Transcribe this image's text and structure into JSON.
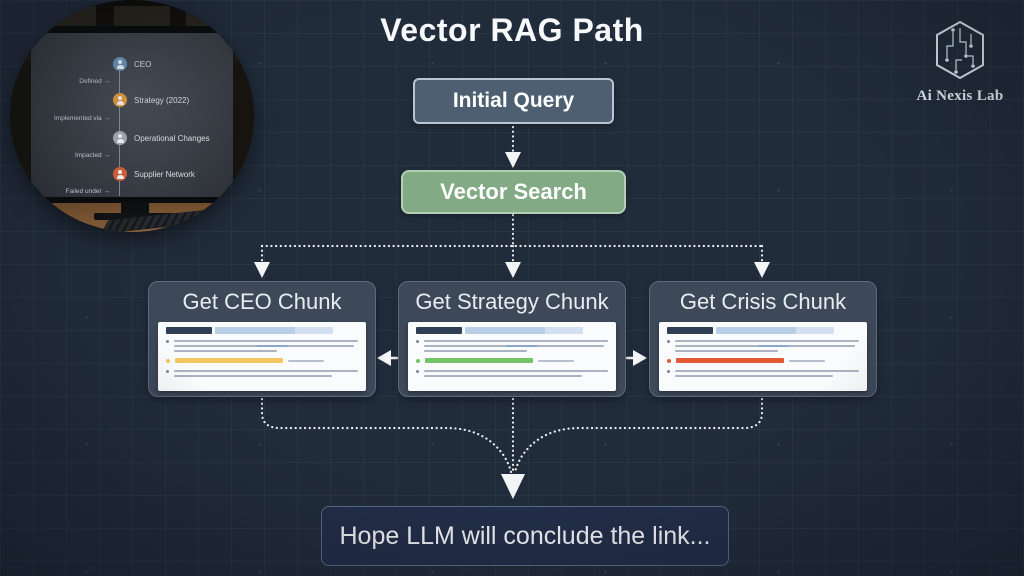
{
  "title": "Vector RAG Path",
  "logo": {
    "text": "Ai Nexis Lab"
  },
  "inset": {
    "nodes": [
      {
        "label": "CEO",
        "color": "#6b93b8"
      },
      {
        "label": "Strategy (2022)",
        "color": "#e0993f"
      },
      {
        "label": "Operational Changes",
        "color": "#a2abb5"
      },
      {
        "label": "Supplier Network",
        "color": "#d2603c"
      }
    ],
    "edges": [
      {
        "label": "Defined"
      },
      {
        "label": "Implemented via"
      },
      {
        "label": "Impacted"
      },
      {
        "label": "Failed under"
      }
    ],
    "edge_arrow": "→"
  },
  "flow": {
    "initial_query_label": "Initial Query",
    "vector_search_label": "Vector Search",
    "chunks": [
      {
        "title": "Get CEO Chunk",
        "highlight_color": "#f2c661"
      },
      {
        "title": "Get Strategy Chunk",
        "highlight_color": "#74c368"
      },
      {
        "title": "Get Crisis Chunk",
        "highlight_color": "#e25a33"
      }
    ],
    "conclusion_label": "Hope LLM will conclude the link..."
  },
  "colors": {
    "background": "#212c3b",
    "initial_query_bg": "#4d5f71",
    "vector_search_bg": "#81aa85",
    "chunk_box_bg": "#3d4959",
    "conclusion_bg": "#232e49",
    "connector": "#ffffff",
    "doc_chip": "#2d3e55",
    "doc_bar": "#b9cfe8"
  }
}
